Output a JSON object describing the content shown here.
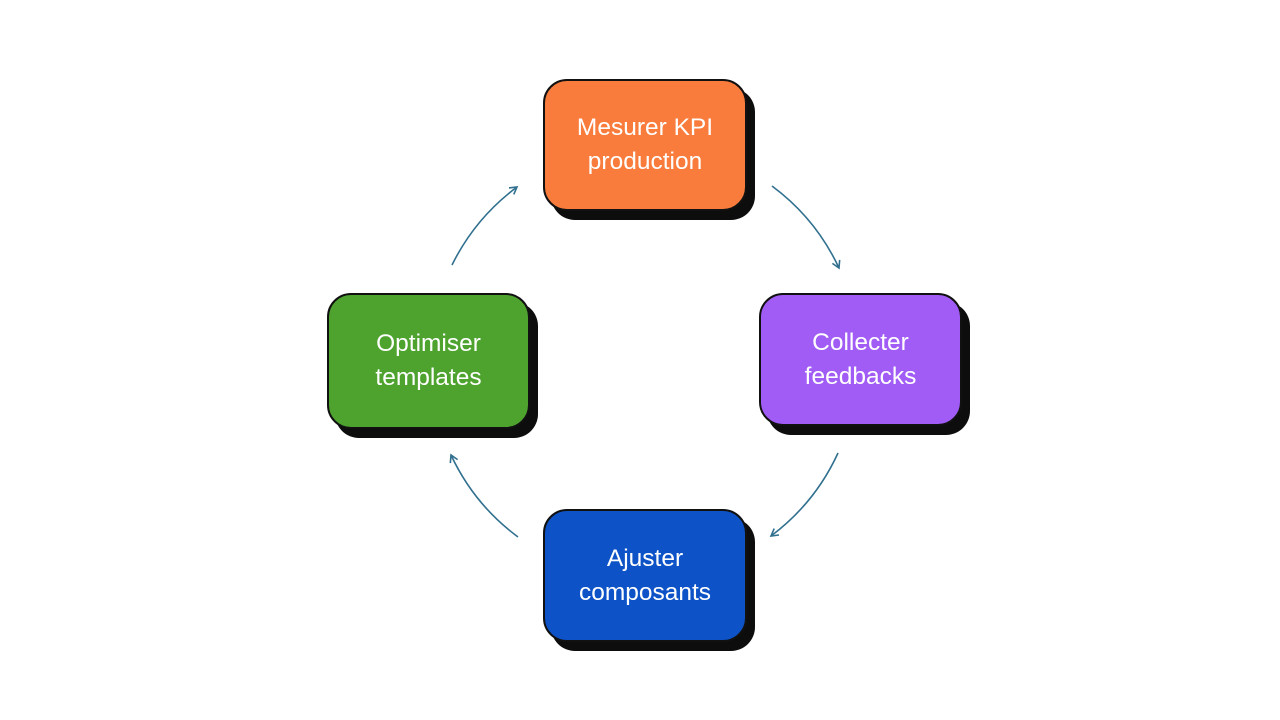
{
  "diagram": {
    "type": "cycle",
    "direction": "clockwise",
    "background_color": "#ffffff",
    "arrow_color": "#31708f",
    "nodes": [
      {
        "label": "Mesurer KPI production",
        "position": "top",
        "color": "#f97c3c",
        "text_color": "#ffffff"
      },
      {
        "label": "Collecter feedbacks",
        "position": "right",
        "color": "#a25cf6",
        "text_color": "#ffffff"
      },
      {
        "label": "Ajuster composants",
        "position": "bottom",
        "color": "#0d53c7",
        "text_color": "#ffffff"
      },
      {
        "label": "Optimiser templates",
        "position": "left",
        "color": "#4ea32f",
        "text_color": "#ffffff"
      }
    ],
    "edges": [
      {
        "from": "Mesurer KPI production",
        "to": "Collecter feedbacks"
      },
      {
        "from": "Collecter feedbacks",
        "to": "Ajuster composants"
      },
      {
        "from": "Ajuster composants",
        "to": "Optimiser templates"
      },
      {
        "from": "Optimiser templates",
        "to": "Mesurer KPI production"
      }
    ]
  }
}
